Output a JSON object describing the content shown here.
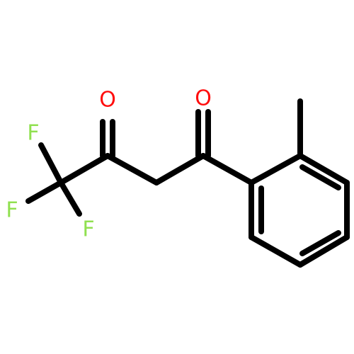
{
  "molecule": {
    "atoms": {
      "o_left": {
        "symbol": "O",
        "color": "#ff0d0d"
      },
      "o_right": {
        "symbol": "O",
        "color": "#ff0d0d"
      },
      "f_top": {
        "symbol": "F",
        "color": "#90e050"
      },
      "f_left": {
        "symbol": "F",
        "color": "#90e050"
      },
      "f_bottom": {
        "symbol": "F",
        "color": "#90e050"
      }
    },
    "bond_color": "#000000"
  }
}
